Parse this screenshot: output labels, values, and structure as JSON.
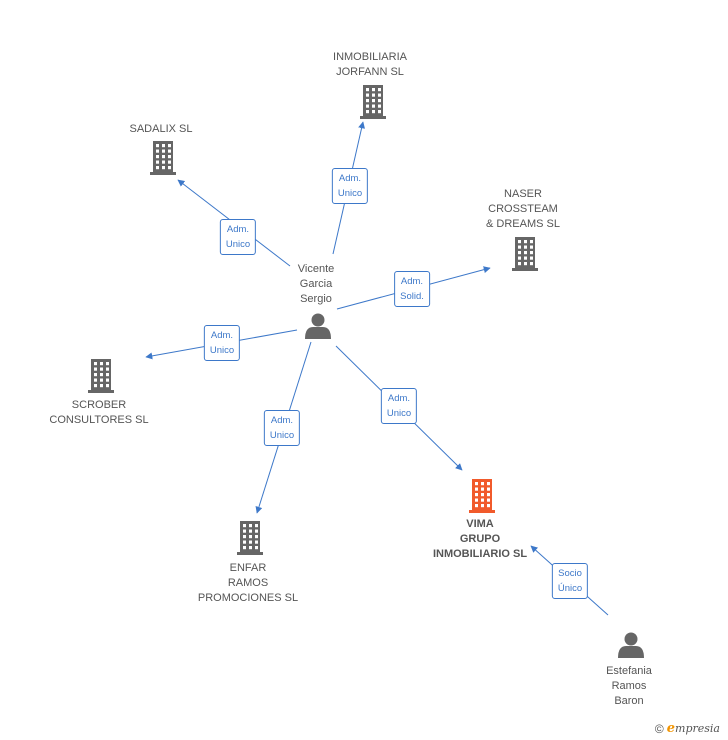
{
  "colors": {
    "edge": "#3d78c9",
    "node": "#666666",
    "highlight": "#f15a2b"
  },
  "nodes": [
    {
      "id": "vicente",
      "kind": "person",
      "lines": [
        "Vicente",
        "Garcia",
        "Sergio"
      ],
      "highlight": false
    },
    {
      "id": "inmobiliaria",
      "kind": "company",
      "lines": [
        "INMOBILIARIA",
        "JORFANN SL"
      ],
      "highlight": false
    },
    {
      "id": "sadalix",
      "kind": "company",
      "lines": [
        "SADALIX SL"
      ],
      "highlight": false
    },
    {
      "id": "naser",
      "kind": "company",
      "lines": [
        "NASER",
        "CROSSTEAM",
        "& DREAMS SL"
      ],
      "highlight": false
    },
    {
      "id": "scrober",
      "kind": "company",
      "lines": [
        "SCROBER",
        "CONSULTORES SL"
      ],
      "highlight": false
    },
    {
      "id": "enfar",
      "kind": "company",
      "lines": [
        "ENFAR",
        "RAMOS",
        "PROMOCIONES SL"
      ],
      "highlight": false
    },
    {
      "id": "vima",
      "kind": "company",
      "lines": [
        "VIMA",
        "GRUPO",
        "INMOBILIARIO SL"
      ],
      "highlight": true
    },
    {
      "id": "estefania",
      "kind": "person",
      "lines": [
        "Estefania",
        "Ramos",
        "Baron"
      ],
      "highlight": false
    }
  ],
  "edges": [
    {
      "from": "vicente",
      "to": "inmobiliaria",
      "label": [
        "Adm.",
        "Unico"
      ]
    },
    {
      "from": "vicente",
      "to": "sadalix",
      "label": [
        "Adm.",
        "Unico"
      ]
    },
    {
      "from": "vicente",
      "to": "naser",
      "label": [
        "Adm.",
        "Solid."
      ]
    },
    {
      "from": "vicente",
      "to": "scrober",
      "label": [
        "Adm.",
        "Unico"
      ]
    },
    {
      "from": "vicente",
      "to": "enfar",
      "label": [
        "Adm.",
        "Unico"
      ]
    },
    {
      "from": "vicente",
      "to": "vima",
      "label": [
        "Adm.",
        "Unico"
      ]
    },
    {
      "from": "estefania",
      "to": "vima",
      "label": [
        "Socio",
        "Único"
      ]
    }
  ],
  "footer": {
    "copyright_symbol": "©",
    "brand_initial": "e",
    "brand_rest": "mpresia"
  }
}
